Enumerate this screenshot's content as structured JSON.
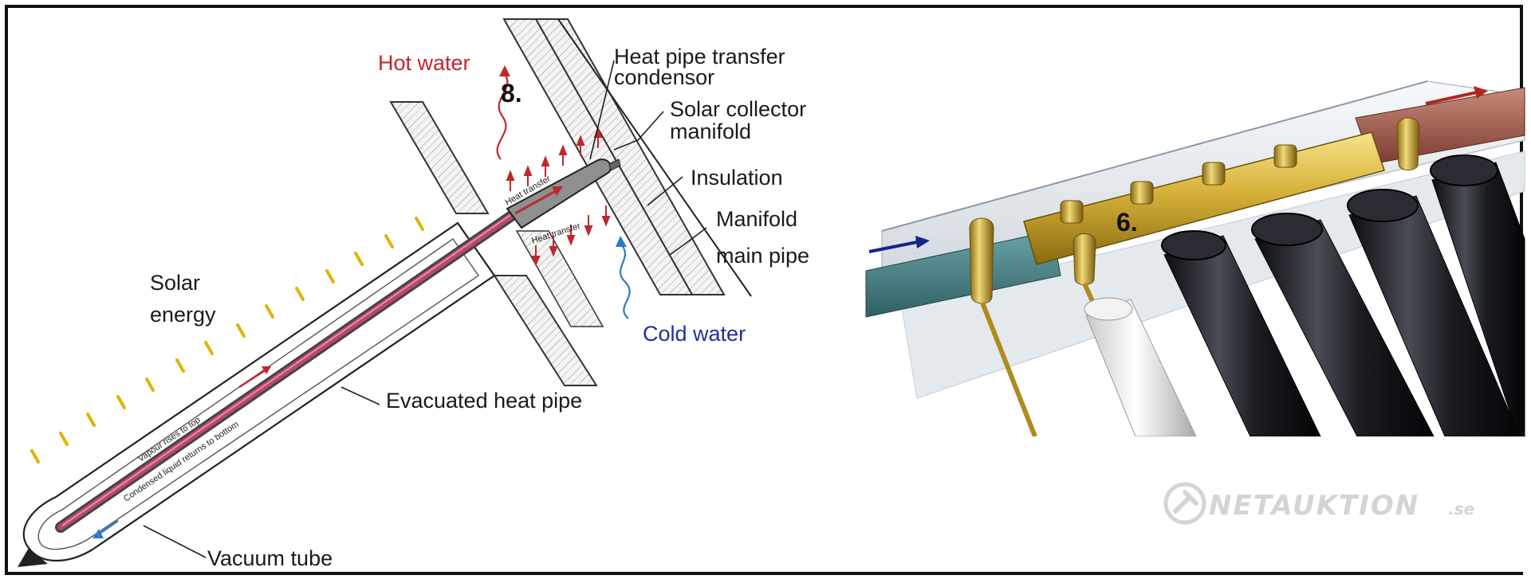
{
  "diagram": {
    "labels": {
      "hot_water": "Hot water",
      "heat_pipe_transfer_line1": "Heat pipe transfer",
      "heat_pipe_transfer_line2": "condensor",
      "solar_collector_line1": "Solar collector",
      "solar_collector_line2": "manifold",
      "insulation": "Insulation",
      "manifold_main_line1": "Manifold",
      "manifold_main_line2": "main pipe",
      "solar_energy_line1": "Solar",
      "solar_energy_line2": "energy",
      "cold_water": "Cold water",
      "evacuated_heat_pipe": "Evacuated heat pipe",
      "vacuum_tube": "Vacuum tube",
      "heat_transfer_top": "Heat transfer",
      "heat_transfer_bottom": "Heat transfer",
      "vapour_rises": "Vapour rises to top",
      "condensed_liquid": "Condensed liquid returns to bottom"
    },
    "markers": {
      "left": "8.",
      "right": "6."
    }
  },
  "watermark": {
    "main": "NETAUKTION",
    "suffix": ".se"
  },
  "colors": {
    "hot": "#c0272d",
    "cold": "#1f2f9e",
    "brass": "#c9a227",
    "tube_black": "#1b1b1f"
  }
}
